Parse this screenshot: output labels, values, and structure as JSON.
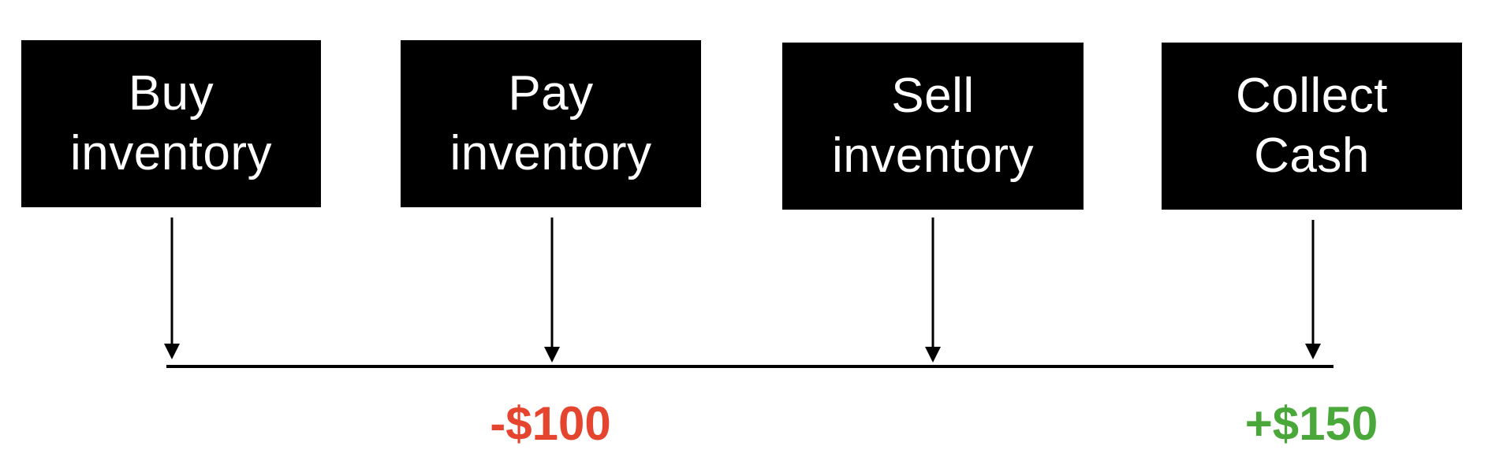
{
  "steps": [
    {
      "line1": "Buy",
      "line2": "inventory"
    },
    {
      "line1": "Pay",
      "line2": "inventory"
    },
    {
      "line1": "Sell",
      "line2": "inventory"
    },
    {
      "line1": "Collect",
      "line2": "Cash"
    }
  ],
  "cash_flows": {
    "outflow": {
      "text": "-$100",
      "color": "#e5452e"
    },
    "inflow": {
      "text": "+$150",
      "color": "#4aa83a"
    }
  },
  "colors": {
    "box_fill": "#000000",
    "box_text": "#ffffff",
    "line": "#000000"
  }
}
